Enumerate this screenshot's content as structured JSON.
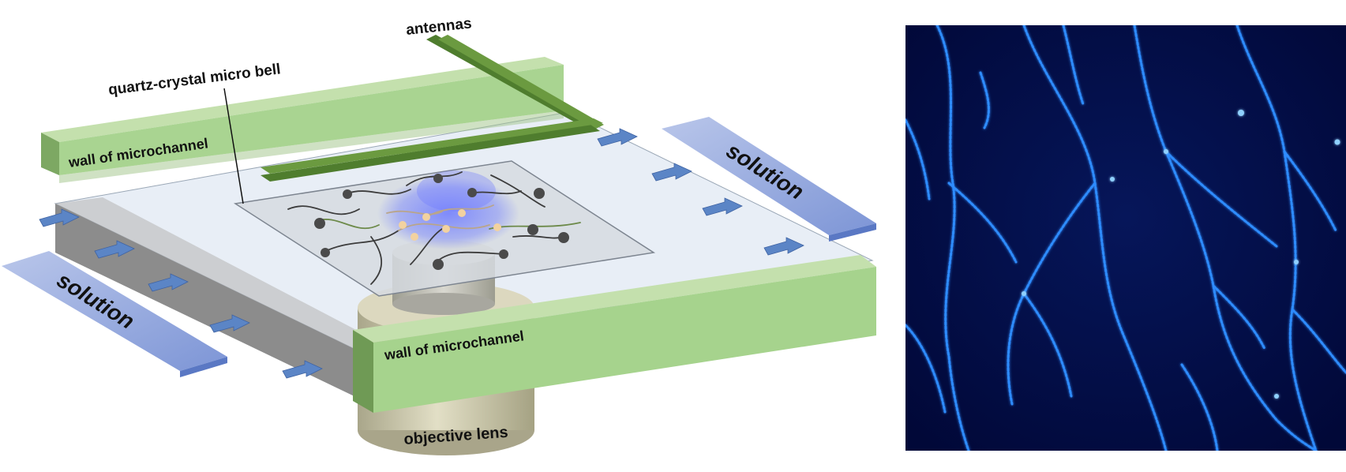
{
  "labels": {
    "antennas": "antennas",
    "bell": "quartz-crystal micro bell",
    "wall_back": "wall of microchannel",
    "wall_front": "wall of microchannel",
    "solution_left": "solution",
    "solution_right": "solution",
    "objective": "objective lens"
  },
  "colors": {
    "wall_top": "#b5d89a",
    "wall_front": "#a6d38d",
    "wall_side": "#6f9a55",
    "antenna": "#4f7d2e",
    "arrow": "#5b85c6",
    "solution_band": "#a6b7e3",
    "glow": "#5a6af0",
    "micrograph_bg": "#020b3c",
    "filament": "#2e8cff"
  }
}
